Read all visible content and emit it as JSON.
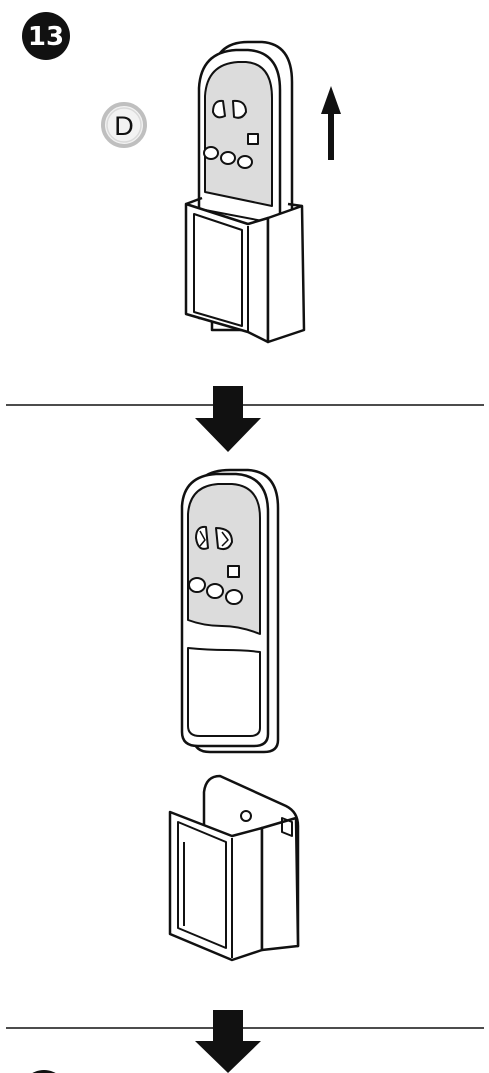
{
  "step": {
    "number": "13"
  },
  "callout": {
    "label": "D"
  },
  "next_step_badge": {
    "number": ""
  },
  "colors": {
    "ink": "#111111",
    "paper": "#ffffff",
    "panel": "#dcdcdc",
    "callout_ring": "#bfbfbf",
    "callout_fill": "#f2f2f2"
  },
  "icons": [
    "up-arrow-icon",
    "down-arrow-icon",
    "remote-control",
    "wall-holder"
  ]
}
